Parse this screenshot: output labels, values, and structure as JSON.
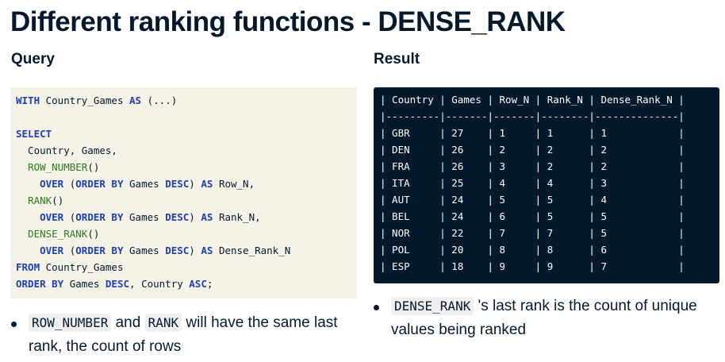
{
  "title": "Different ranking functions - DENSE_RANK",
  "query_heading": "Query",
  "result_heading": "Result",
  "query_lines": [
    [
      {
        "t": "WITH",
        "c": "kw"
      },
      {
        "t": " Country_Games ",
        "c": ""
      },
      {
        "t": "AS",
        "c": "kw"
      },
      {
        "t": " (...)",
        "c": ""
      }
    ],
    [],
    [
      {
        "t": "SELECT",
        "c": "kw"
      }
    ],
    [
      {
        "t": "  Country, Games,",
        "c": ""
      }
    ],
    [
      {
        "t": "  ",
        "c": ""
      },
      {
        "t": "ROW_NUMBER",
        "c": "fn"
      },
      {
        "t": "()",
        "c": ""
      }
    ],
    [
      {
        "t": "    ",
        "c": ""
      },
      {
        "t": "OVER",
        "c": "kw"
      },
      {
        "t": " (",
        "c": ""
      },
      {
        "t": "ORDER BY",
        "c": "kw"
      },
      {
        "t": " Games ",
        "c": ""
      },
      {
        "t": "DESC",
        "c": "kw"
      },
      {
        "t": ") ",
        "c": ""
      },
      {
        "t": "AS",
        "c": "kw"
      },
      {
        "t": " Row_N,",
        "c": ""
      }
    ],
    [
      {
        "t": "  ",
        "c": ""
      },
      {
        "t": "RANK",
        "c": "fn"
      },
      {
        "t": "()",
        "c": ""
      }
    ],
    [
      {
        "t": "    ",
        "c": ""
      },
      {
        "t": "OVER",
        "c": "kw"
      },
      {
        "t": " (",
        "c": ""
      },
      {
        "t": "ORDER BY",
        "c": "kw"
      },
      {
        "t": " Games ",
        "c": ""
      },
      {
        "t": "DESC",
        "c": "kw"
      },
      {
        "t": ") ",
        "c": ""
      },
      {
        "t": "AS",
        "c": "kw"
      },
      {
        "t": " Rank_N,",
        "c": ""
      }
    ],
    [
      {
        "t": "  ",
        "c": ""
      },
      {
        "t": "DENSE_RANK",
        "c": "fn"
      },
      {
        "t": "()",
        "c": ""
      }
    ],
    [
      {
        "t": "    ",
        "c": ""
      },
      {
        "t": "OVER",
        "c": "kw"
      },
      {
        "t": " (",
        "c": ""
      },
      {
        "t": "ORDER BY",
        "c": "kw"
      },
      {
        "t": " Games ",
        "c": ""
      },
      {
        "t": "DESC",
        "c": "kw"
      },
      {
        "t": ") ",
        "c": ""
      },
      {
        "t": "AS",
        "c": "kw"
      },
      {
        "t": " Dense_Rank_N",
        "c": ""
      }
    ],
    [
      {
        "t": "FROM",
        "c": "kw"
      },
      {
        "t": " Country_Games",
        "c": ""
      }
    ],
    [
      {
        "t": "ORDER BY",
        "c": "kw"
      },
      {
        "t": " Games ",
        "c": ""
      },
      {
        "t": "DESC",
        "c": "kw"
      },
      {
        "t": ", Country ",
        "c": ""
      },
      {
        "t": "ASC",
        "c": "kw"
      },
      {
        "t": ";",
        "c": ""
      }
    ]
  ],
  "result_lines": [
    "| Country | Games | Row_N | Rank_N | Dense_Rank_N |",
    "|---------|-------|-------|--------|--------------|",
    "| GBR     | 27    | 1     | 1      | 1            |",
    "| DEN     | 26    | 2     | 2      | 2            |",
    "| FRA     | 26    | 3     | 2      | 2            |",
    "| ITA     | 25    | 4     | 4      | 3            |",
    "| AUT     | 24    | 5     | 5      | 4            |",
    "| BEL     | 24    | 6     | 5      | 5            |",
    "| NOR     | 22    | 7     | 7      | 5            |",
    "| POL     | 20    | 8     | 8      | 6            |",
    "| ESP     | 18    | 9     | 9      | 7            |"
  ],
  "bullet_left": {
    "code1": "ROW_NUMBER",
    "and": " and ",
    "code2": "RANK",
    "text": " will have the same last rank, the count of rows"
  },
  "bullet_right": {
    "code": "DENSE_RANK",
    "text": " 's last rank is the count of unique values being ranked"
  },
  "colors": {
    "keyword": "#1f3fb4",
    "function": "#2f7d1f",
    "code_bg": "#f5f2e8",
    "result_bg": "#05192d",
    "text": "#05192d"
  }
}
